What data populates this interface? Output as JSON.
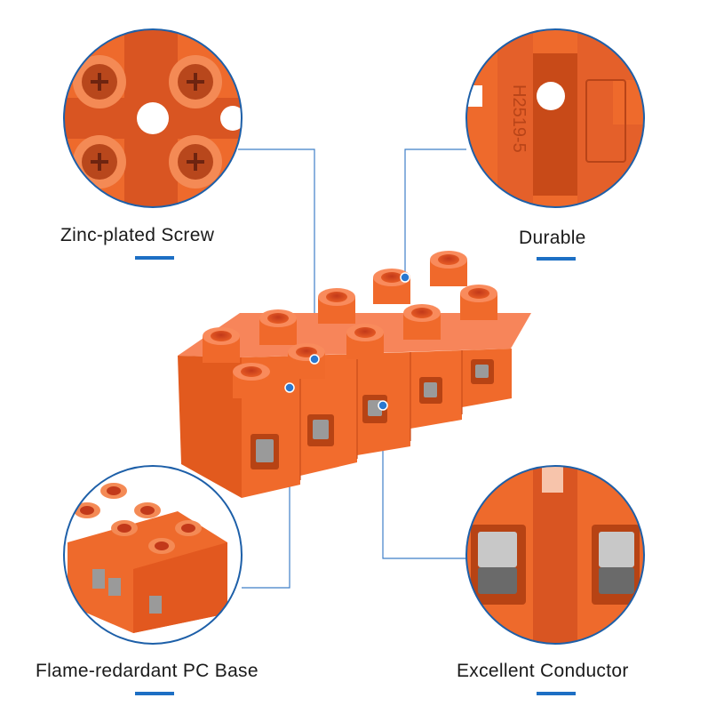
{
  "features": {
    "screw": {
      "label": "Zinc-plated Screw"
    },
    "durable": {
      "label": "Durable"
    },
    "base": {
      "label": "Flame-redardant PC Base"
    },
    "conductor": {
      "label": "Excellent Conductor"
    }
  },
  "part_marking": "H2519-5",
  "colors": {
    "product_orange": "#f26a2a",
    "callout_blue": "#1d6fc4",
    "circle_border": "#1d5fa8"
  }
}
